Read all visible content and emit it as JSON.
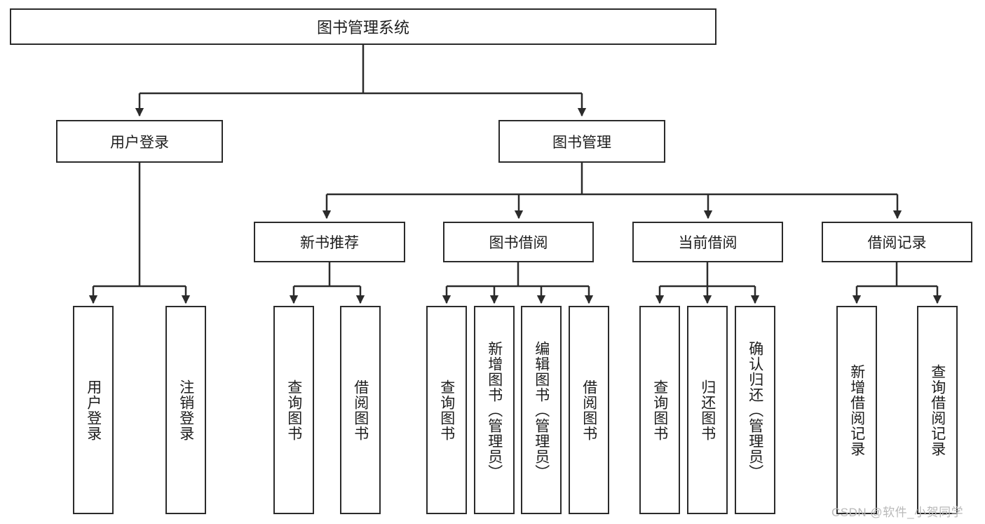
{
  "diagram": {
    "type": "tree",
    "title": "图书管理系统",
    "root": {
      "label": "图书管理系统"
    },
    "level2": [
      {
        "label": "用户登录"
      },
      {
        "label": "图书管理"
      }
    ],
    "level3": [
      {
        "label": "新书推荐"
      },
      {
        "label": "图书借阅"
      },
      {
        "label": "当前借阅"
      },
      {
        "label": "借阅记录"
      }
    ],
    "leaves": {
      "user_login": [
        {
          "label": "用户登录"
        },
        {
          "label": "注销登录"
        }
      ],
      "new_book_recommend": [
        {
          "label": "查询图书"
        },
        {
          "label": "借阅图书"
        }
      ],
      "book_borrow": [
        {
          "label": "查询图书"
        },
        {
          "label": "新增图书（管理员）"
        },
        {
          "label": "编辑图书（管理员）"
        },
        {
          "label": "借阅图书"
        }
      ],
      "current_borrow": [
        {
          "label": "查询图书"
        },
        {
          "label": "归还图书"
        },
        {
          "label": "确认归还（管理员）"
        }
      ],
      "borrow_record": [
        {
          "label": "新增借阅记录"
        },
        {
          "label": "查询借阅记录"
        }
      ]
    }
  },
  "watermark": {
    "text": "CSDN @软件_小贺同学"
  },
  "colors": {
    "stroke": "#2b2b2b",
    "fill": "#ffffff",
    "text": "#1d1d1d",
    "watermark": "#b9b9b9"
  }
}
